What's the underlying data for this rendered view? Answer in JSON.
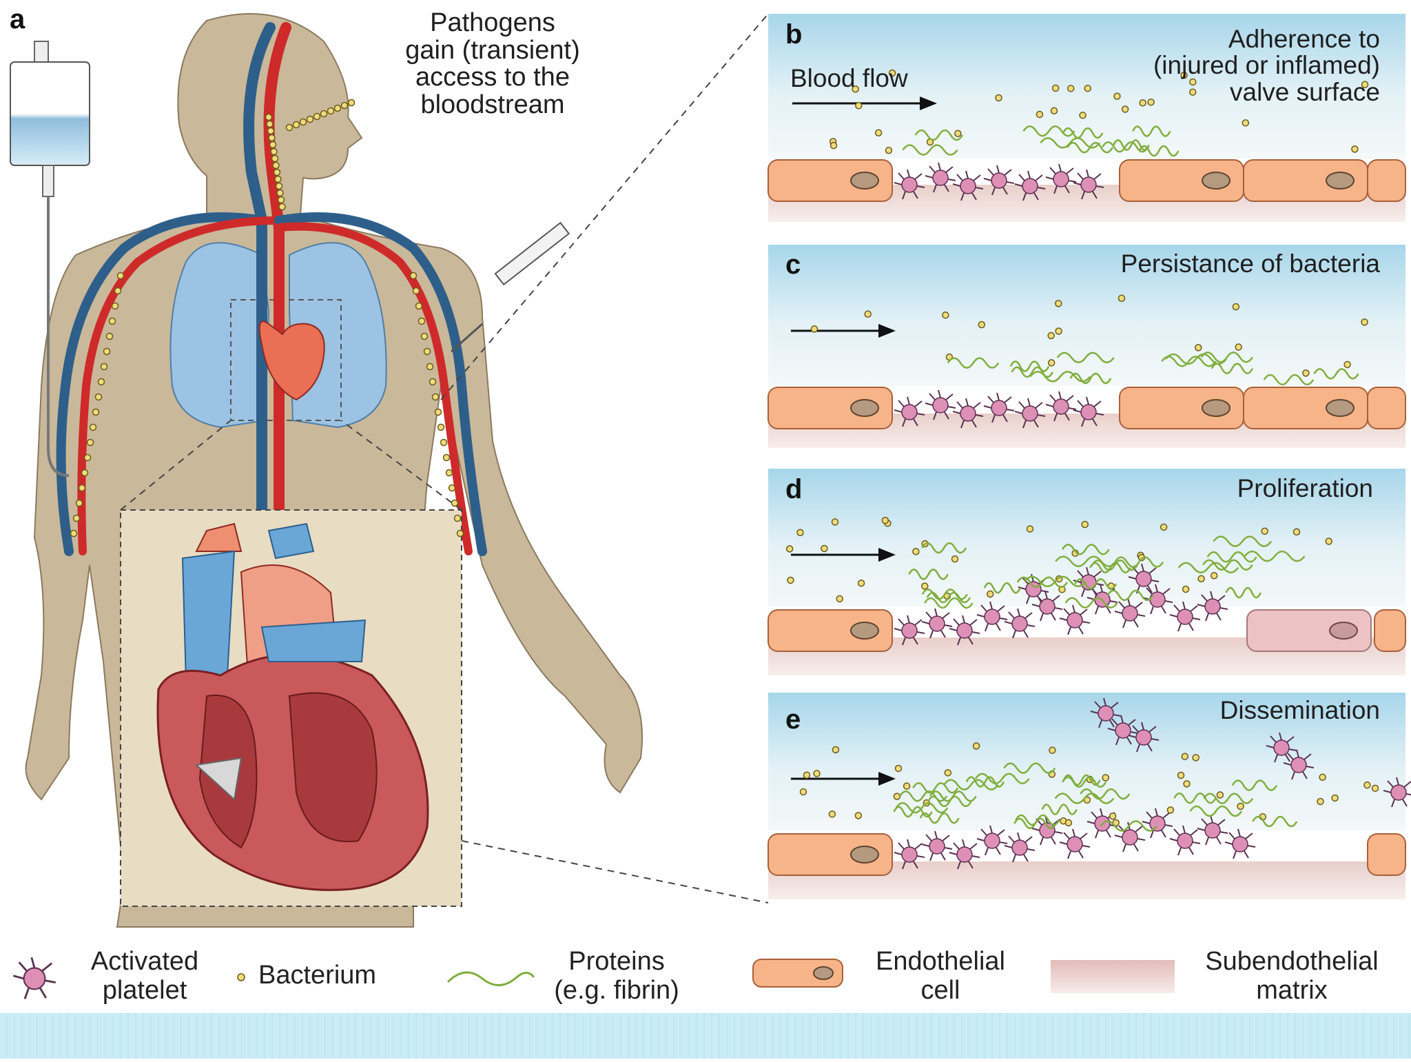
{
  "panels": {
    "a": {
      "letter": "a",
      "caption": "Pathogens\ngain (transient)\naccess to the\nbloodstream"
    },
    "b": {
      "letter": "b",
      "title": "Adherence to\n(injured or inflamed)\nvalve surface",
      "flow_label": "Blood flow"
    },
    "c": {
      "letter": "c",
      "title": "Persistance of bacteria"
    },
    "d": {
      "letter": "d",
      "title": "Proliferation"
    },
    "e": {
      "letter": "e",
      "title": "Dissemination"
    }
  },
  "legend": {
    "platelet": "Activated\nplatelet",
    "bacterium": "Bacterium",
    "proteins": "Proteins\n(e.g. fibrin)",
    "endothelial": "Endothelial\ncell",
    "subendothelial": "Subendothelial\nmatrix"
  },
  "colors": {
    "body": "#c9b89a",
    "artery": "#cf2a2a",
    "vein": "#2e5f8a",
    "lung": "#9cc3e4",
    "endothelial": "#f6b488",
    "bacterium": "#f0dc7a",
    "platelet": "#de8fb6",
    "fibrin": "#7fae3e",
    "subendothelial": "#e6c4c0",
    "band": "#c9ecf6"
  }
}
